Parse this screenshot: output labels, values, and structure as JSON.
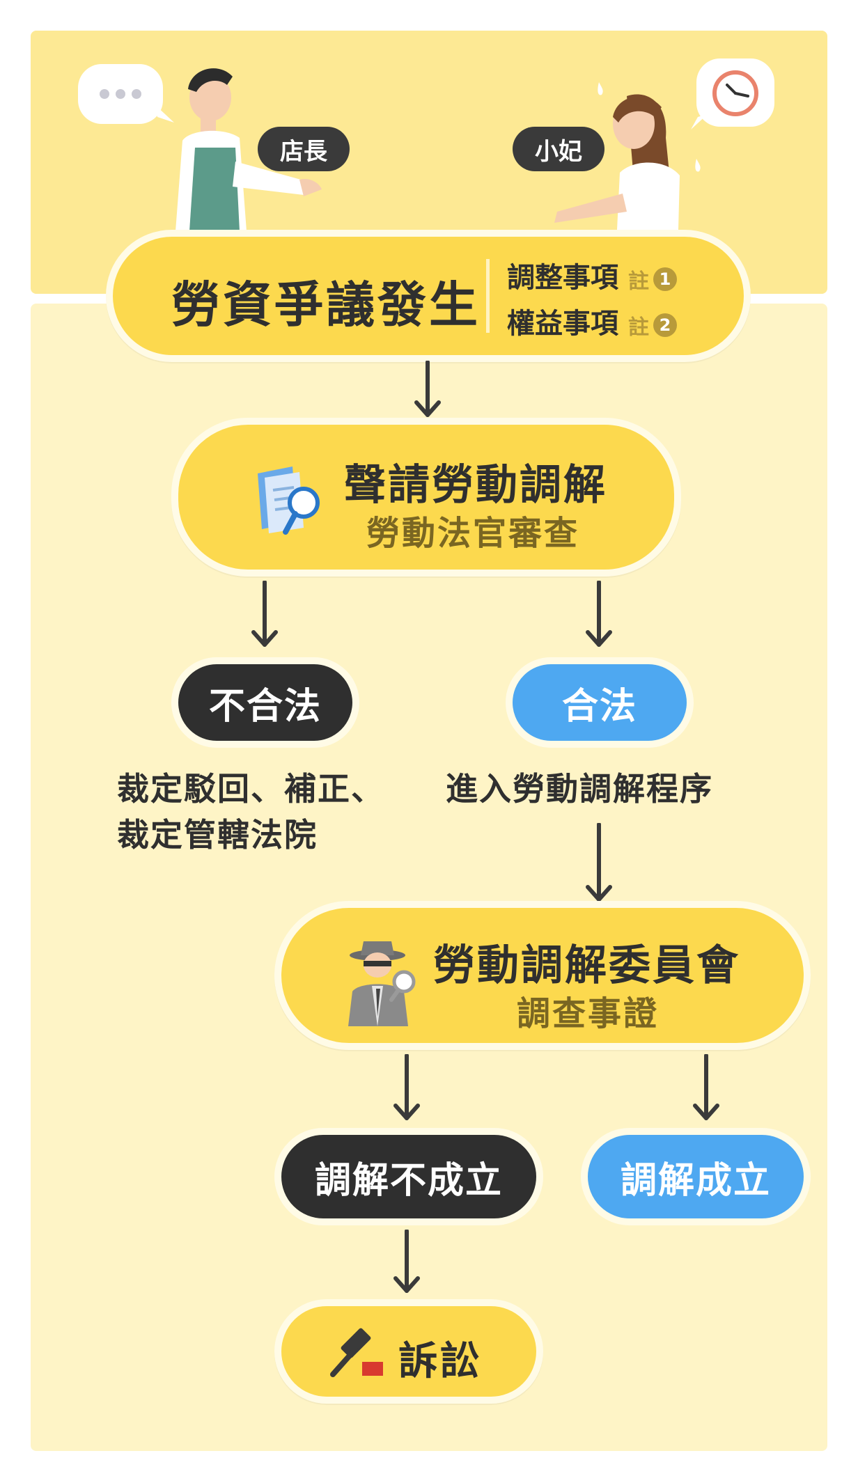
{
  "characters": {
    "left_tag": "店長",
    "right_tag": "小妃"
  },
  "dispute": {
    "title": "勞資爭議發生",
    "items": [
      {
        "label": "調整事項",
        "note": "註",
        "num": "1"
      },
      {
        "label": "權益事項",
        "note": "註",
        "num": "2"
      }
    ]
  },
  "apply": {
    "title": "聲請勞動調解",
    "subtitle": "勞動法官審查"
  },
  "illegal": {
    "label": "不合法",
    "result_line1": "裁定駁回、補正、",
    "result_line2": "裁定管轄法院"
  },
  "legal": {
    "label": "合法",
    "result": "進入勞動調解程序"
  },
  "committee": {
    "title": "勞動調解委員會",
    "subtitle": "調查事證"
  },
  "fail": {
    "label": "調解不成立"
  },
  "success": {
    "label": "調解成立"
  },
  "lawsuit": {
    "label": "訴訟"
  },
  "colors": {
    "yellow": "#fcd94e",
    "dark": "#2f2f2f",
    "blue": "#4ea8f1",
    "panel": "#fef4c6"
  }
}
